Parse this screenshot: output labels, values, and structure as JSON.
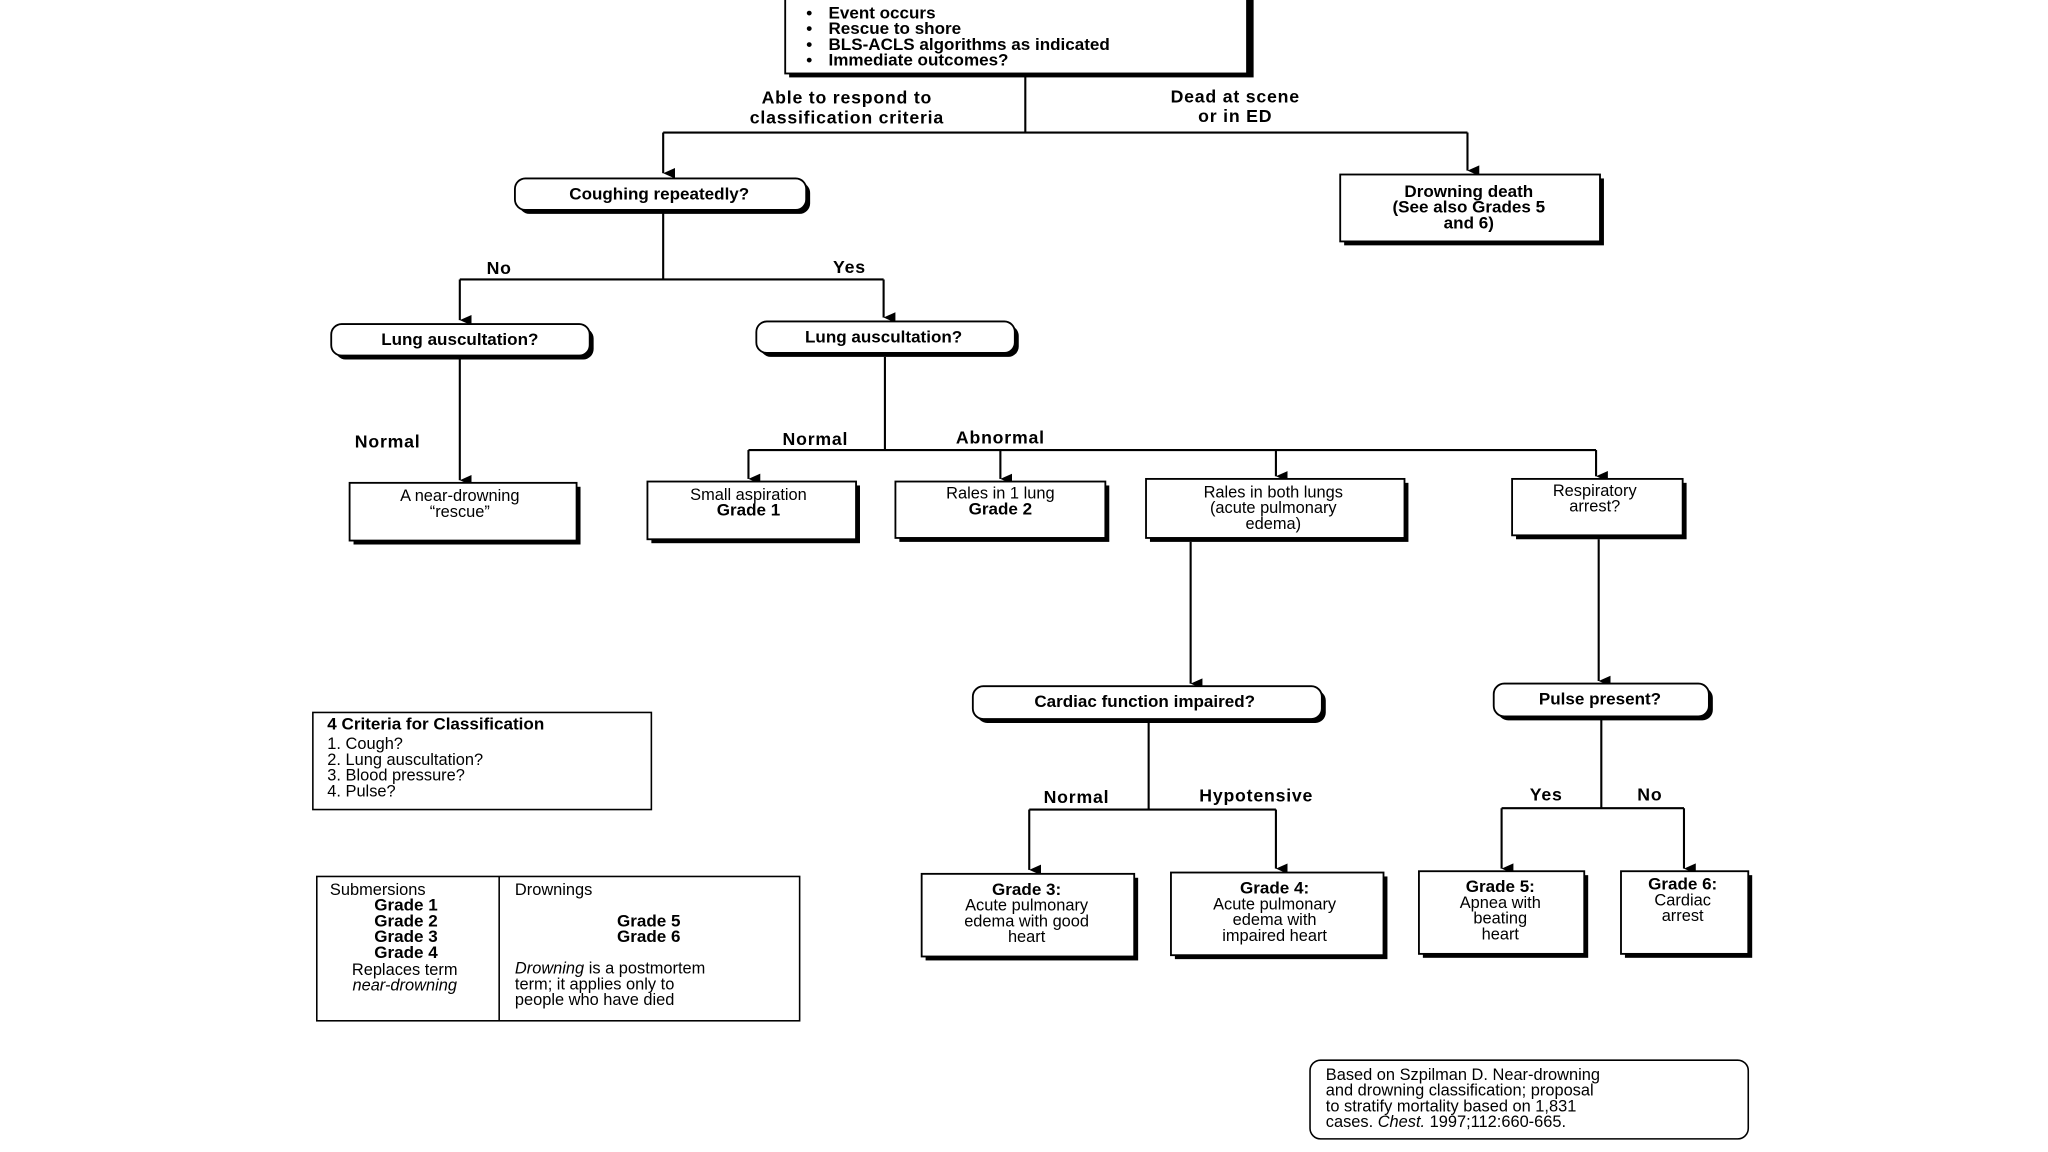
{
  "top_box": {
    "bullets": [
      "Event occurs",
      "Rescue to shore",
      "BLS-ACLS algorithms as indicated",
      "Immediate outcomes?"
    ]
  },
  "branch_labels": {
    "able_1": "Able to respond to",
    "able_2": "classification criteria",
    "dead_1": "Dead at scene",
    "dead_2": "or in ED",
    "cough_no": "No",
    "cough_yes": "Yes",
    "left_normal": "Normal",
    "right_normal": "Normal",
    "abnormal": "Abnormal",
    "cardiac_normal": "Normal",
    "hypotensive": "Hypotensive",
    "pulse_yes": "Yes",
    "pulse_no": "No"
  },
  "nodes": {
    "coughing": "Coughing repeatedly?",
    "drowning_death": [
      "Drowning death",
      "(See also Grades 5",
      "and 6)"
    ],
    "lung_left": "Lung auscultation?",
    "lung_right": "Lung auscultation?",
    "rescue": [
      "A near-drowning",
      "“rescue”"
    ],
    "grade1": [
      "Small aspiration",
      "Grade 1"
    ],
    "grade2": [
      "Rales in 1 lung",
      "Grade 2"
    ],
    "both_lungs": [
      "Rales in both lungs",
      "(acute pulmonary",
      "edema)"
    ],
    "resp_arrest": [
      "Respiratory",
      "arrest?"
    ],
    "cardiac": "Cardiac function impaired?",
    "pulse": "Pulse present?",
    "grade3": [
      "Grade 3:",
      "Acute pulmonary",
      "edema with good",
      "heart"
    ],
    "grade4": [
      "Grade 4:",
      "Acute pulmonary",
      "edema with",
      "impaired heart"
    ],
    "grade5": [
      "Grade 5:",
      "Apnea with",
      "beating",
      "heart"
    ],
    "grade6": [
      "Grade 6:",
      "Cardiac",
      "arrest"
    ]
  },
  "criteria": {
    "title": "4 Criteria for Classification",
    "items": [
      "1. Cough?",
      "2. Lung auscultation?",
      "3. Blood pressure?",
      "4. Pulse?"
    ]
  },
  "terms_table": {
    "left_header": "Submersions",
    "left_grades": [
      "Grade 1",
      "Grade 2",
      "Grade 3",
      "Grade 4"
    ],
    "left_note_1": "Replaces term",
    "left_note_2": "near-drowning",
    "right_header": "Drownings",
    "right_grades": [
      "Grade 5",
      "Grade 6"
    ],
    "right_note_italic": "Drowning",
    "right_note_1": " is a postmortem",
    "right_note_2": "term; it applies only to",
    "right_note_3": "people who have died"
  },
  "citation": {
    "line1": "Based on Szpilman D. Near-drowning",
    "line2": "and drowning classification; proposal",
    "line3": "to stratify mortality based on 1,831",
    "line4_a": "cases. ",
    "line4_journal": "Chest.",
    "line4_b": " 1997;112:660-665."
  }
}
